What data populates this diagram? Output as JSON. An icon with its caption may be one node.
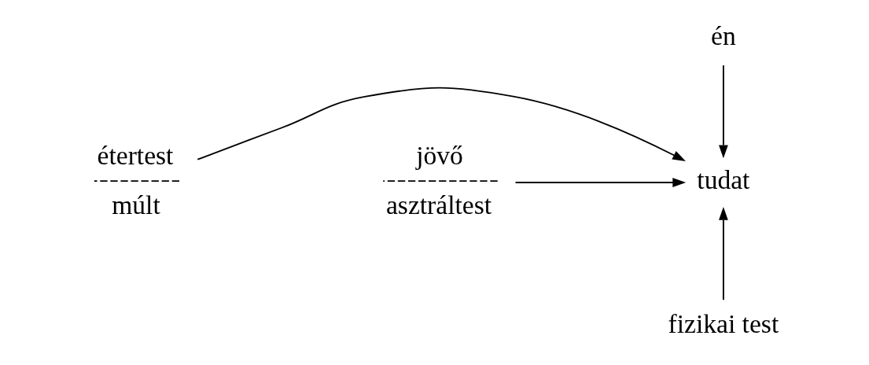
{
  "diagram": {
    "nodes": [
      {
        "text": [
          "én"
        ]
      },
      {
        "text": [
          "étertest",
          "múlt"
        ]
      },
      {
        "text": [
          "tudat"
        ]
      },
      {
        "text": [
          "jövő",
          "asztráltest"
        ]
      },
      {
        "text": [
          "fizikai test"
        ]
      }
    ],
    "edges": [
      {
        "from": 0,
        "to": 2,
        "arrow": "to"
      },
      {
        "from": 1,
        "to": 2,
        "arrow": "to"
      },
      {
        "from": 3,
        "to": 2,
        "arrow": "to"
      },
      {
        "from": 4,
        "to": 2,
        "arrow": "to"
      }
    ]
  }
}
